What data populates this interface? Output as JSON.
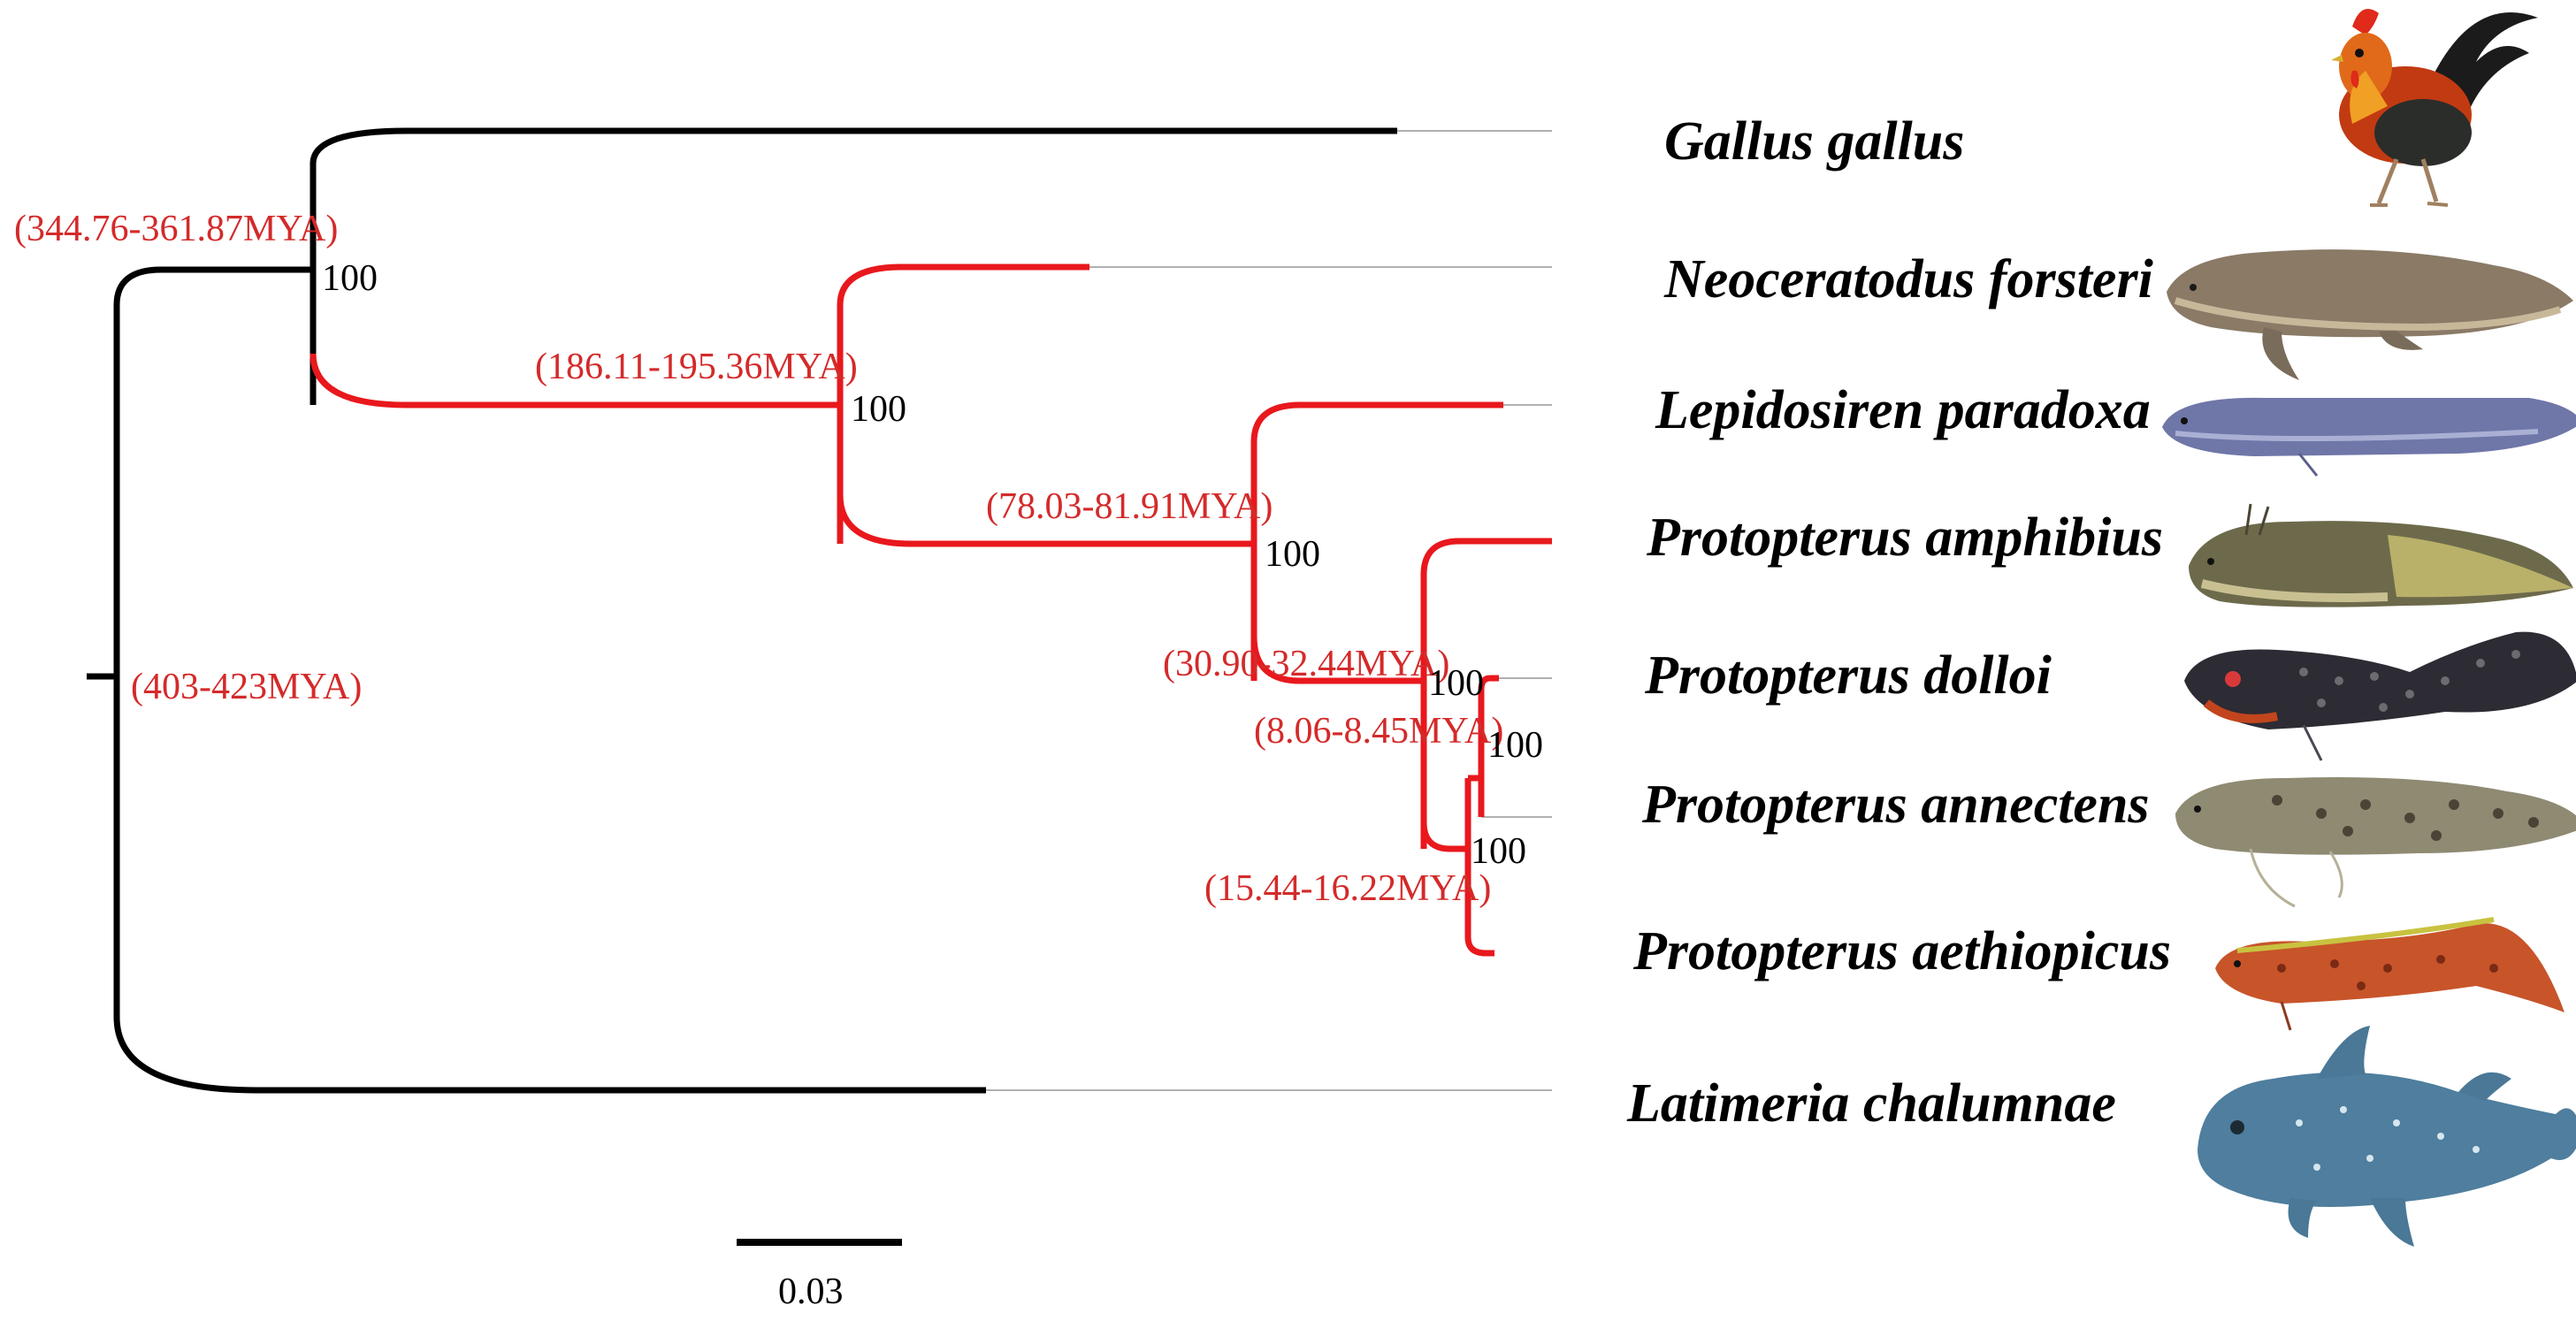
{
  "colors": {
    "outgroup_branch": "#000000",
    "lungfish_branch": "#e8181d",
    "age_label": "#d42a2a",
    "support_label": "#000000",
    "dotted_extension": "#b0b0b0",
    "species_text": "#000000"
  },
  "species": [
    {
      "name": "Gallus gallus",
      "icon": "rooster-illustration"
    },
    {
      "name": "Neoceratodus forsteri",
      "icon": "australian-lungfish-illustration"
    },
    {
      "name": "Lepidosiren paradoxa",
      "icon": "south-american-lungfish-illustration"
    },
    {
      "name": "Protopterus amphibius",
      "icon": "gilled-african-lungfish-illustration"
    },
    {
      "name": "Protopterus dolloi",
      "icon": "slender-african-lungfish-illustration"
    },
    {
      "name": "Protopterus annectens",
      "icon": "west-african-lungfish-illustration"
    },
    {
      "name": "Protopterus aethiopicus",
      "icon": "marbled-lungfish-illustration"
    },
    {
      "name": "Latimeria chalumnae",
      "icon": "coelacanth-illustration"
    }
  ],
  "nodes": {
    "root": {
      "age": "(403-423MYA)"
    },
    "gallus_lungfish": {
      "age": "(344.76-361.87MYA)",
      "support": "100"
    },
    "lungfish": {
      "age": "(186.11-195.36MYA)",
      "support": "100"
    },
    "lepidosirenidae": {
      "age": "(78.03-81.91MYA)",
      "support": "100"
    },
    "protopterus": {
      "age": "(30.90-32.44MYA)",
      "support": "100"
    },
    "dolloi_annectens": {
      "age": "(8.06-8.45MYA)",
      "support": "100"
    },
    "aethiopicus_clade": {
      "age": "(15.44-16.22MYA)",
      "support": "100"
    }
  },
  "scale_bar": {
    "label": "0.03"
  }
}
